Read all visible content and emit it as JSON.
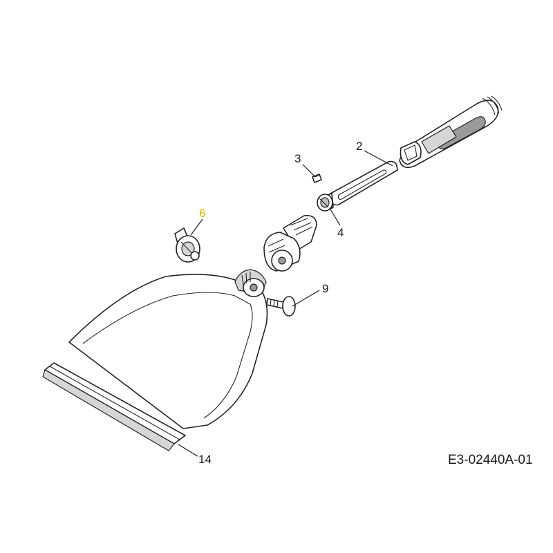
{
  "diagram": {
    "code": "E3-02440A-01",
    "callouts": [
      {
        "id": "2",
        "label": "2"
      },
      {
        "id": "3",
        "label": "3"
      },
      {
        "id": "4",
        "label": "4"
      },
      {
        "id": "6",
        "label": "6",
        "highlight": true
      },
      {
        "id": "9",
        "label": "9"
      },
      {
        "id": "14",
        "label": "14"
      }
    ],
    "colors": {
      "line": "#1a1a1a",
      "highlight": "#d9b800",
      "shade": "#d6d6d6"
    }
  }
}
